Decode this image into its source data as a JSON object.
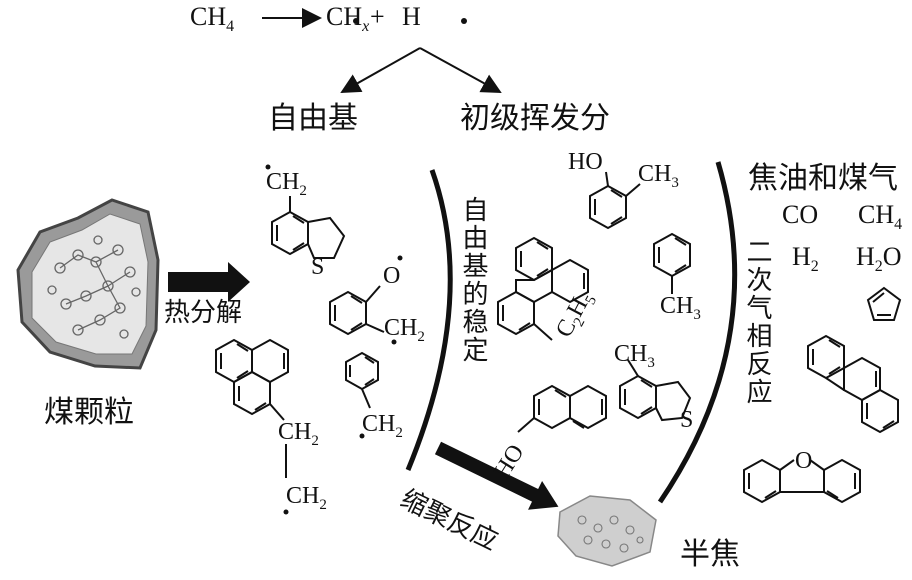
{
  "equation": {
    "reactant": "CH",
    "reactant_sub": "4",
    "prod1": "CH",
    "prod1_sub": "x",
    "plus": "+",
    "prod2": "H"
  },
  "branches": {
    "left": "自由基",
    "right": "初级挥发分"
  },
  "labels": {
    "coal_particle": "煤颗粒",
    "pyrolysis": "热分解",
    "radical_stabilization": "自由基的稳定",
    "condensation": "缩聚反应",
    "secondary_reaction": "二次气相反应",
    "semicoke": "半焦",
    "tar_gas": "焦油和煤气"
  },
  "gases": {
    "co": "CO",
    "ch4": "CH",
    "ch4_sub": "4",
    "h2": "H",
    "h2_sub": "2",
    "h2o_a": "H",
    "h2o_sub": "2",
    "h2o_b": "O"
  },
  "groups": {
    "ch2": "CH",
    "ch2_sub": "2",
    "ch3": "CH",
    "ch3_sub": "3",
    "c2h5": "C",
    "c2h5_sub1": "2",
    "c2h5_h": "H",
    "c2h5_sub2": "5",
    "ho": "HO",
    "o": "O",
    "s": "S"
  },
  "colors": {
    "ink": "#111111",
    "particle_fill": "#c8c8c8",
    "semicoke_fill": "#d0d0d0"
  }
}
